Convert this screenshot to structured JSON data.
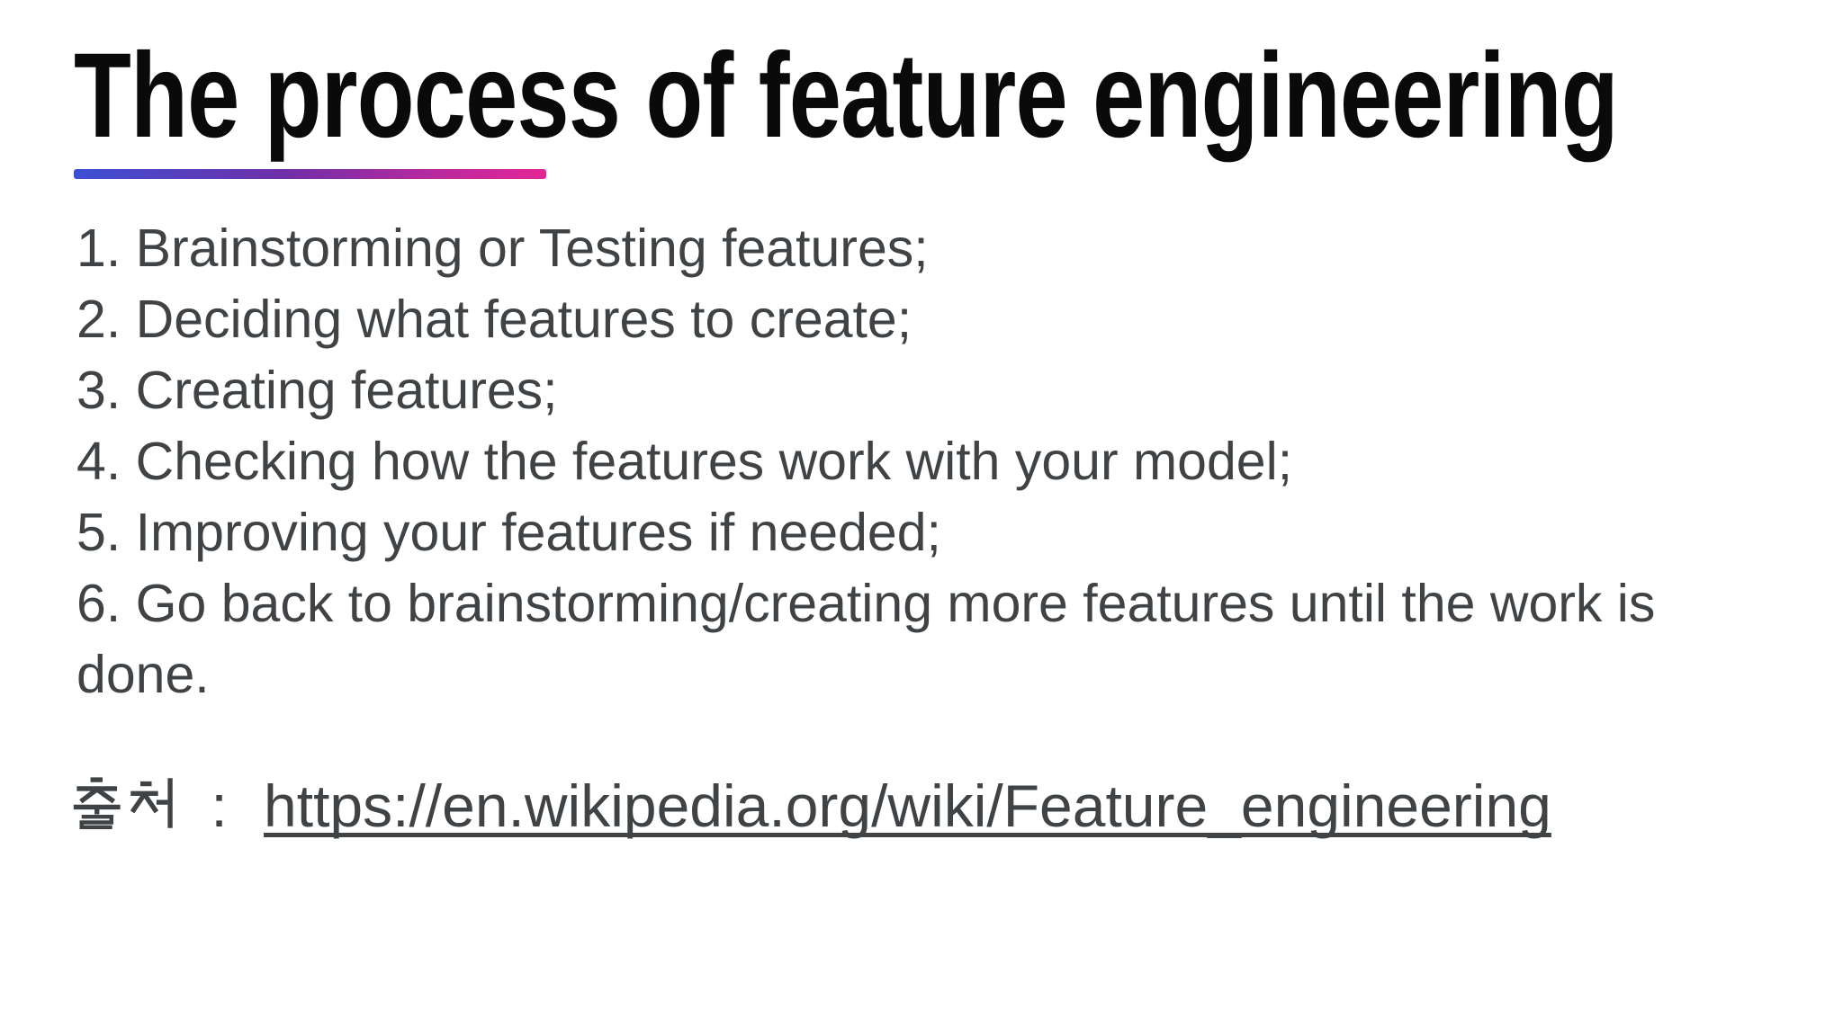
{
  "slide": {
    "title": "The process of feature engineering",
    "steps": [
      "1. Brainstorming or Testing features;",
      "2. Deciding what features to create;",
      "3. Creating features;",
      "4. Checking how the features work with your model;",
      "5. Improving your features if needed;",
      "6. Go back to brainstorming/creating more features until the work is done."
    ],
    "source": {
      "label": "출처",
      "separator": ":",
      "url": "https://en.wikipedia.org/wiki/Feature_engineering"
    },
    "colors": {
      "background": "#ffffff",
      "title_text": "#0a0a0a",
      "body_text": "#404345",
      "accent_gradient_start": "#3c50d4",
      "accent_gradient_mid": "#702fa8",
      "accent_gradient_end": "#e42695"
    }
  }
}
